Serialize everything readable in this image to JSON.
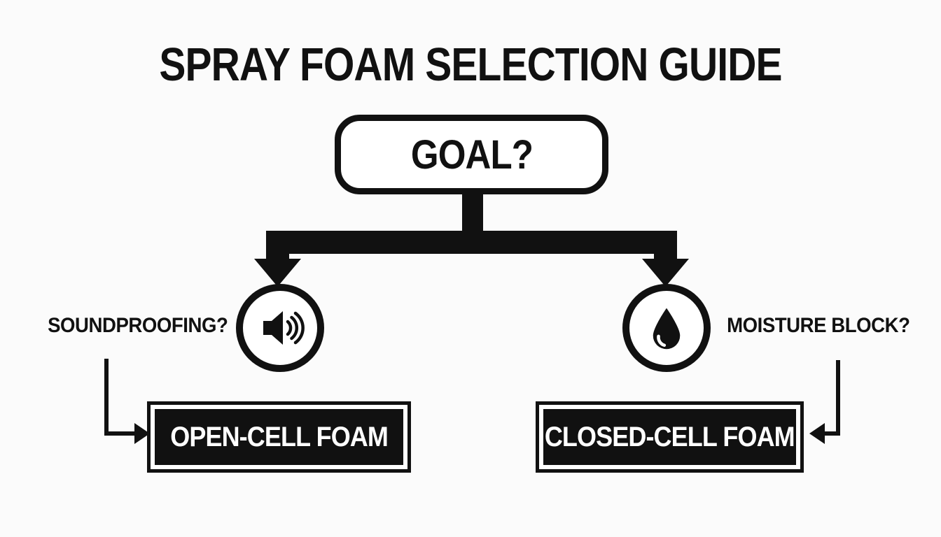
{
  "title": "SPRAY FOAM SELECTION GUIDE",
  "root_node": {
    "label": "GOAL?"
  },
  "branches": {
    "left": {
      "question": "SOUNDPROOFING?",
      "icon": "speaker-icon",
      "result": "OPEN-CELL FOAM"
    },
    "right": {
      "question": "MOISTURE BLOCK?",
      "icon": "water-drop-icon",
      "result": "CLOSED-CELL FOAM"
    }
  },
  "colors": {
    "ink": "#111111",
    "background": "#fbfbfb",
    "node_fill": "#ffffff",
    "result_fill": "#111111",
    "result_text": "#ffffff"
  }
}
